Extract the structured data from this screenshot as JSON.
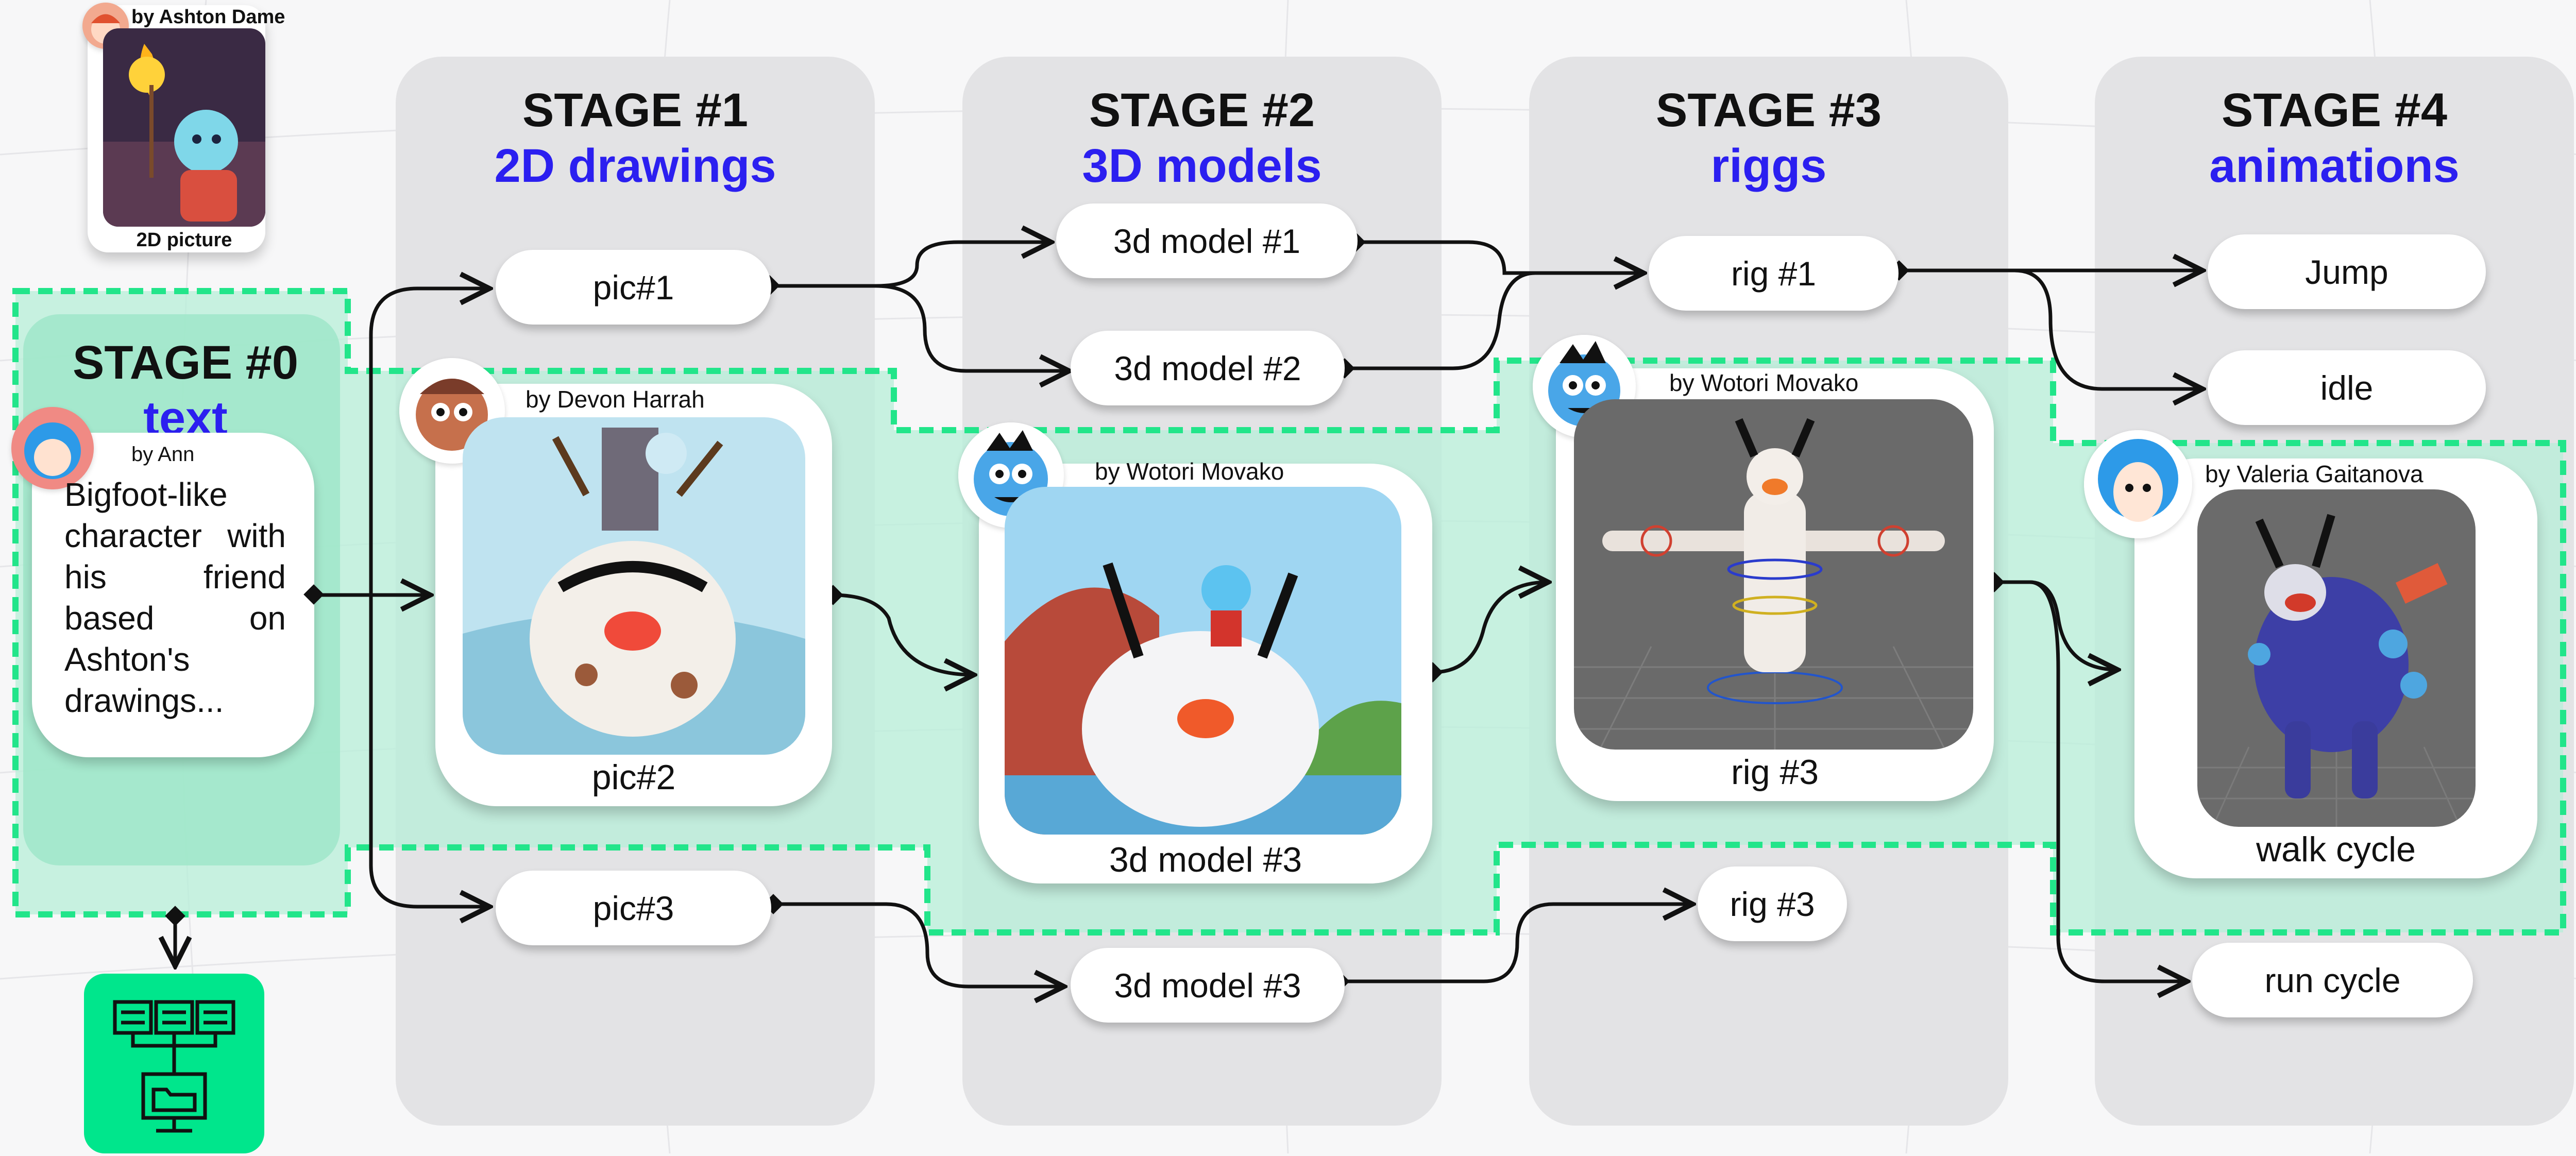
{
  "stages": [
    {
      "title": "STAGE #0",
      "subtitle": "text"
    },
    {
      "title": "STAGE #1",
      "subtitle": "2D drawings"
    },
    {
      "title": "STAGE #2",
      "subtitle": "3D models"
    },
    {
      "title": "STAGE #3",
      "subtitle": "riggs"
    },
    {
      "title": "STAGE #4",
      "subtitle": "animations"
    }
  ],
  "reference": {
    "author": "by Ashton Dame",
    "caption": "2D picture"
  },
  "stage0": {
    "author": "by Ann",
    "text": "Bigfoot-like character with his friend based on Ashton's drawings..."
  },
  "stage1": {
    "pic1": "pic#1",
    "pic2": "pic#2",
    "pic3": "pic#3",
    "author": "by Devon Harrah"
  },
  "stage2": {
    "model1": "3d model #1",
    "model2": "3d model #2",
    "model3": "3d model #3",
    "model3b": "3d model #3",
    "author": "by Wotori Movako"
  },
  "stage3": {
    "rig1": "rig #1",
    "rig3": "rig #3",
    "rig3b": "rig #3",
    "author": "by Wotori Movako"
  },
  "stage4": {
    "jump": "Jump",
    "idle": "idle",
    "walk": "walk cycle",
    "run": "run cycle",
    "author": "by Valeria Gaitanova"
  },
  "colors": {
    "accent": "#2b1ff0",
    "highlight": "#22e58a",
    "export_button": "#00e68c"
  },
  "icons": [
    "documents-to-folder-icon"
  ]
}
